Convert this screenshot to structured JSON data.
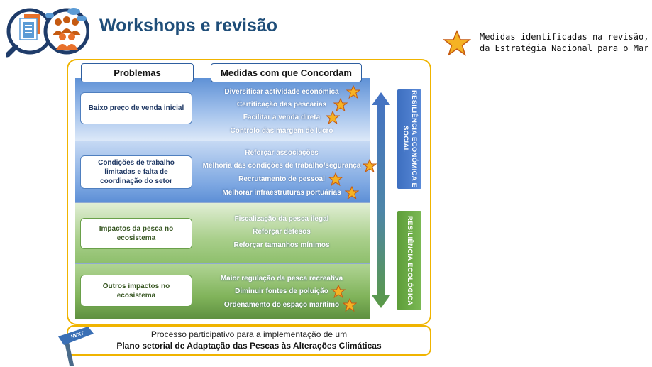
{
  "page": {
    "title": "Workshops e revisão"
  },
  "legend": {
    "line1": "Medidas identificadas na revisão,",
    "line2": "da Estratégia Nacional para o Mar"
  },
  "headers": {
    "problems": "Problemas",
    "measures": "Medidas com que Concordam"
  },
  "rows": [
    {
      "problem": "Baixo preço de venda inicial",
      "group": "economic-social",
      "measures": [
        {
          "text": "Diversificar actividade económica",
          "star": true
        },
        {
          "text": "Certificação das pescarias",
          "star": true
        },
        {
          "text": "Facilitar a venda direta",
          "star": true
        },
        {
          "text": "Controlo das margem de lucro",
          "star": false
        }
      ]
    },
    {
      "problem": "Condições de trabalho limitadas e falta de coordinação do setor",
      "group": "economic-social",
      "measures": [
        {
          "text": "Reforçar associações",
          "star": false
        },
        {
          "text": "Melhoria das condições de trabalho/segurança",
          "star": true
        },
        {
          "text": "Recrutamento de pessoal",
          "star": true
        },
        {
          "text": "Melhorar infraestruturas portuárias",
          "star": true
        }
      ]
    },
    {
      "problem": "Impactos da pesca no ecosistema",
      "group": "ecological",
      "measures": [
        {
          "text": "Fiscalização da pesca ilegal",
          "star": false
        },
        {
          "text": "Reforçar defesos",
          "star": false
        },
        {
          "text": "Reforçar tamanhos mínimos",
          "star": false
        }
      ]
    },
    {
      "problem": "Outros impactos no ecosistema",
      "group": "ecological",
      "measures": [
        {
          "text": "Maior regulação da pesca recreativa",
          "star": false
        },
        {
          "text": "Diminuir fontes de poluição",
          "star": true
        },
        {
          "text": "Ordenamento do espaço marítimo",
          "star": true
        }
      ]
    }
  ],
  "resilience": {
    "economic": "RESILIÊNCIA ECONÓMICA E SOCIAL",
    "ecological": "RESILIÊNCIA ECOLÓGICA"
  },
  "bottom": {
    "line1": "Processo participativo para a implementação de um",
    "line2": "Plano setorial de Adaptação das Pescas às Alterações Climáticas"
  },
  "next_sign": {
    "label": "NEXT"
  },
  "colors": {
    "title": "#1f4e79",
    "frame": "#f0b400",
    "star": "#f5b324",
    "economic_bar": "#4472c4",
    "ecological_bar": "#70ad47"
  }
}
